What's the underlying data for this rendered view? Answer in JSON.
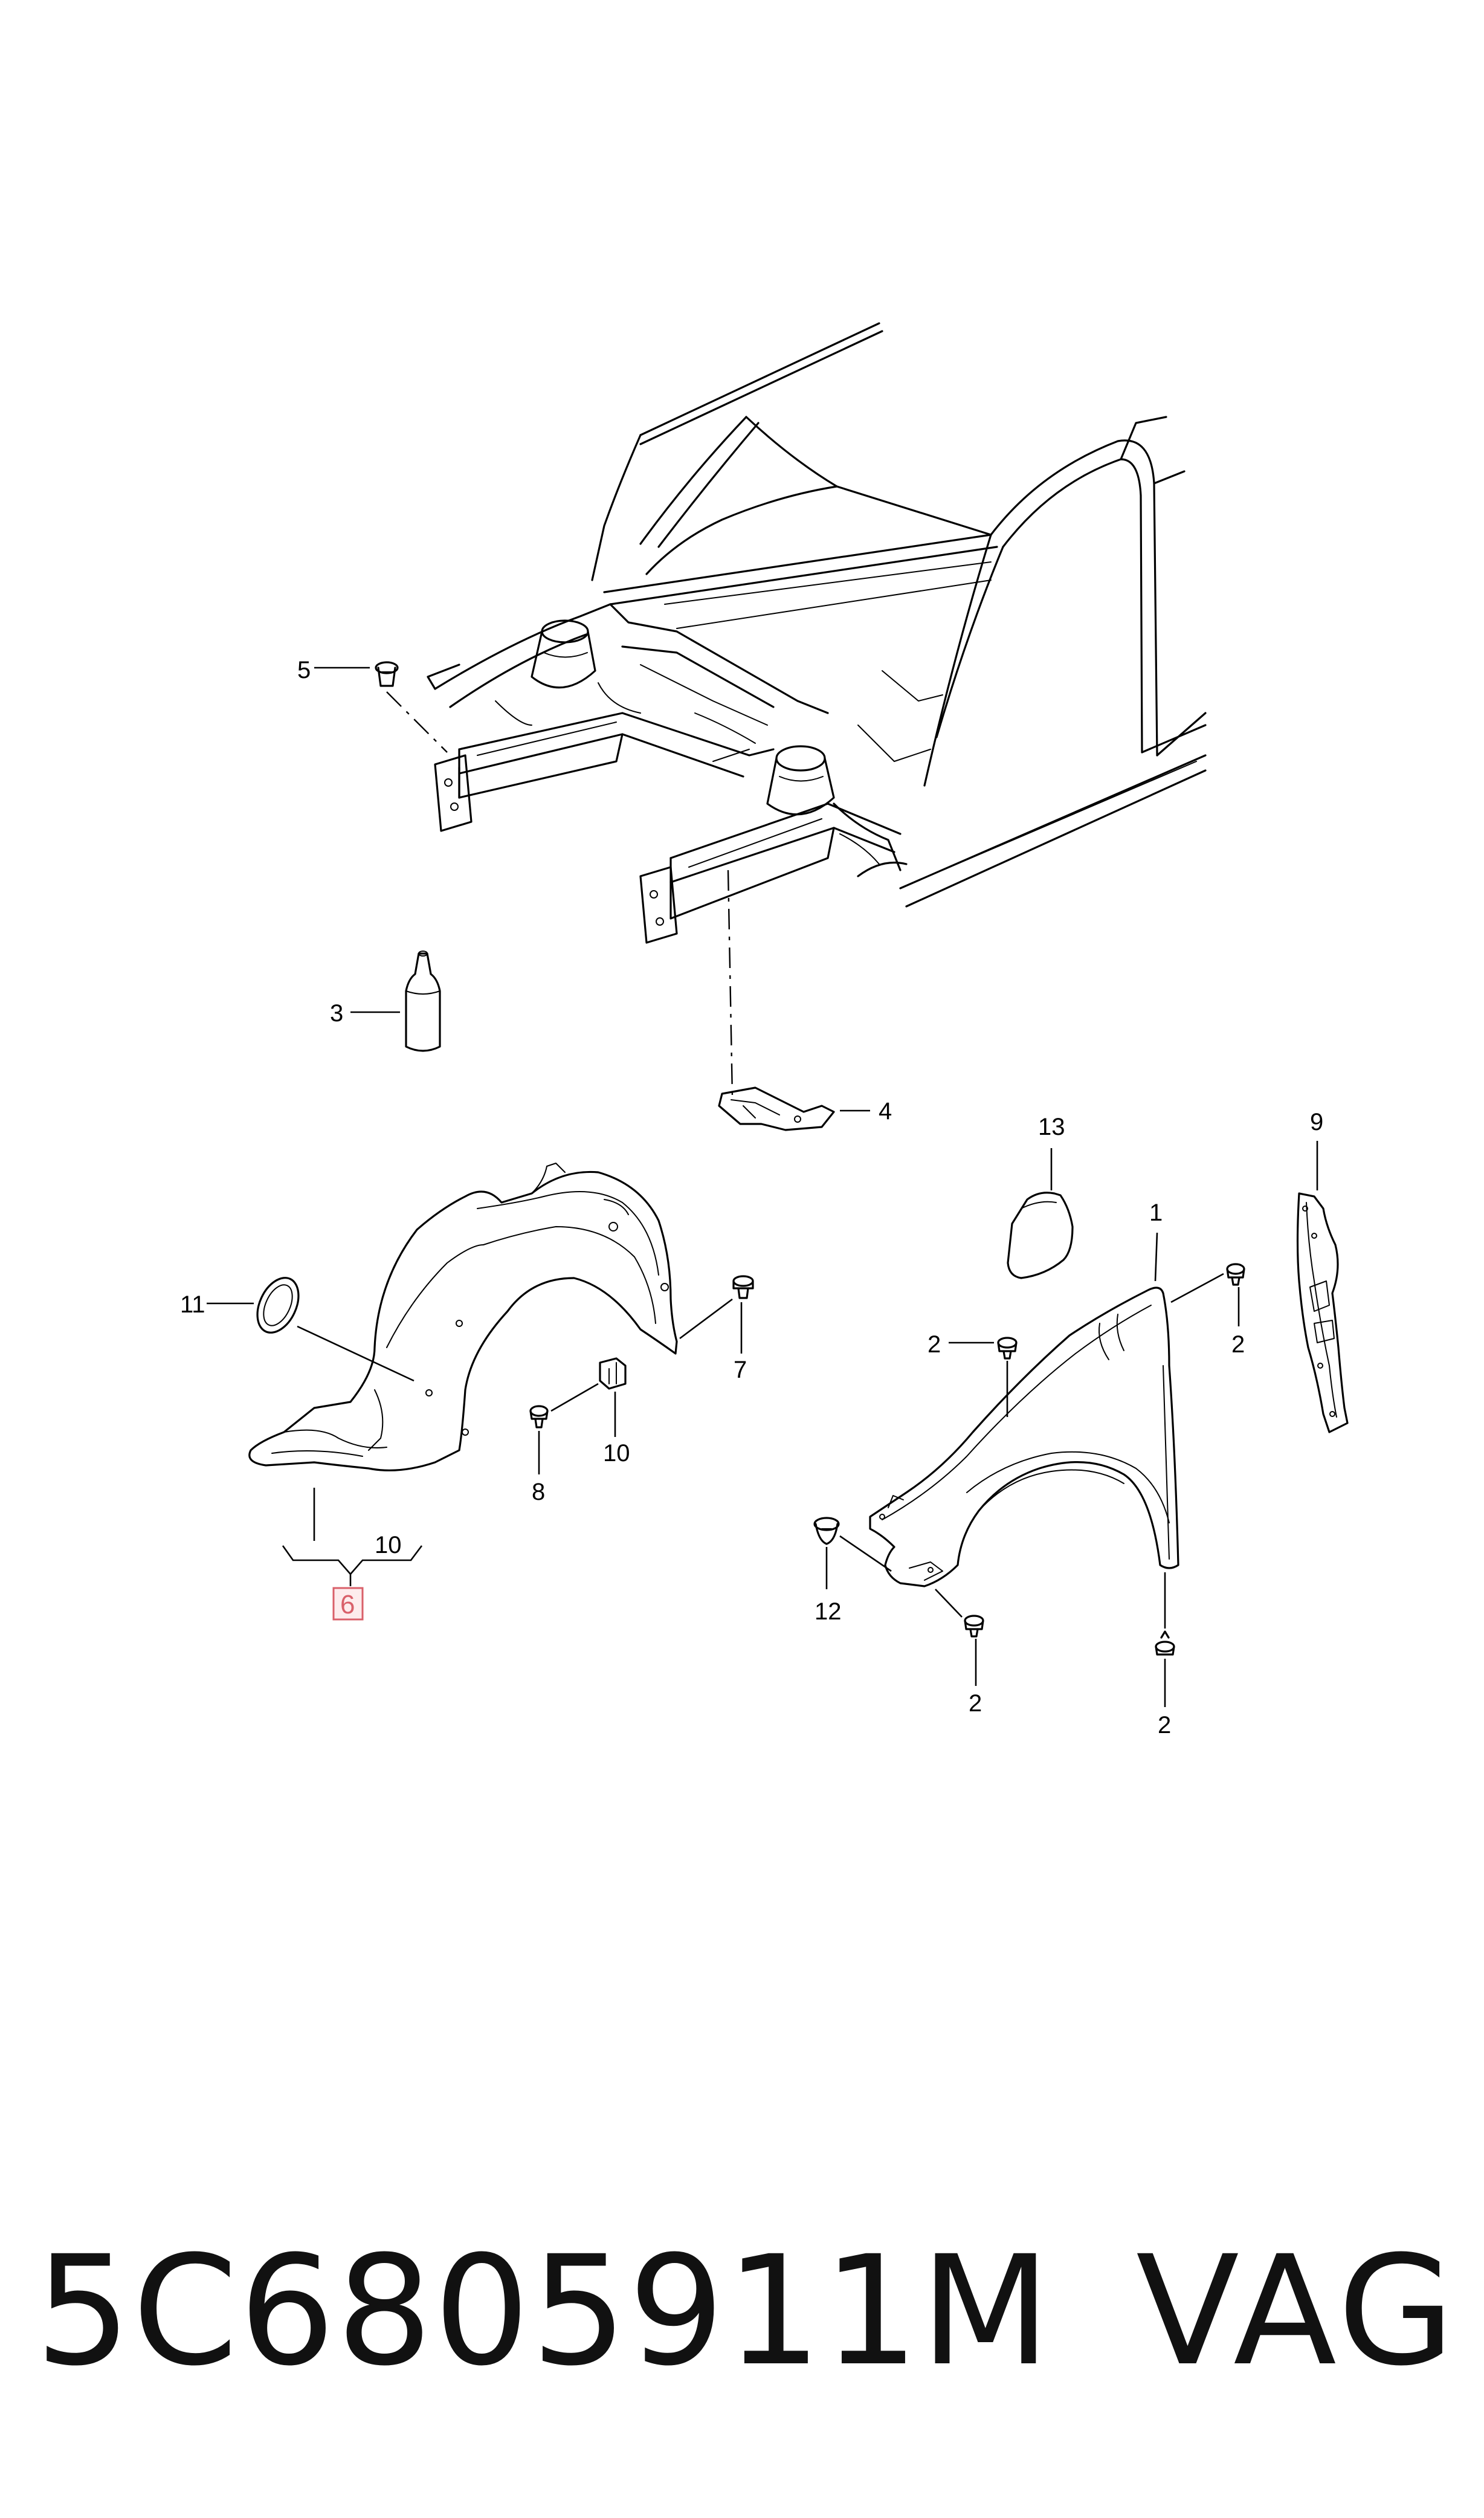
{
  "callouts": {
    "c1": "1",
    "c2a": "2",
    "c2b": "2",
    "c2c": "2",
    "c2d": "2",
    "c3": "3",
    "c4": "4",
    "c5": "5",
    "c6": "6",
    "c7": "7",
    "c8": "8",
    "c9": "9",
    "c10a": "10",
    "c10b": "10",
    "c11": "11",
    "c12": "12",
    "c13": "13"
  },
  "footer": {
    "part_number": "5C6805911M",
    "brand": "VAG"
  },
  "colors": {
    "line": "#000000",
    "highlight_stroke": "#d9606a",
    "highlight_fill": "#fdeced"
  }
}
